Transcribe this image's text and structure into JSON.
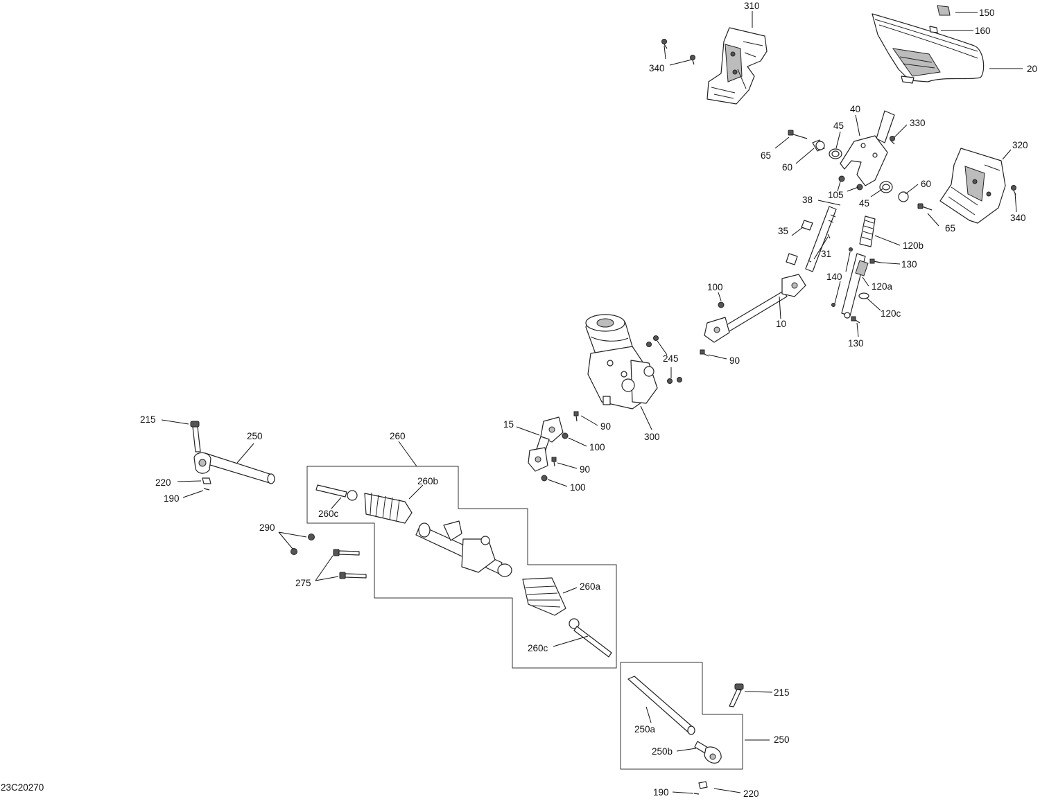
{
  "drawing_code": "23C20270",
  "callouts": {
    "c10": "10",
    "c15": "15",
    "c20": "20",
    "c31": "31",
    "c35": "35",
    "c38": "38",
    "c40": "40",
    "c45a": "45",
    "c45b": "45",
    "c60a": "60",
    "c60b": "60",
    "c65a": "65",
    "c65b": "65",
    "c90a": "90",
    "c90b": "90",
    "c90c": "90",
    "c100a": "100",
    "c100b": "100",
    "c100c": "100",
    "c105": "105",
    "c120a": "120a",
    "c120b": "120b",
    "c120c": "120c",
    "c130a": "130",
    "c130b": "130",
    "c140": "140",
    "c150": "150",
    "c160": "160",
    "c190a": "190",
    "c190b": "190",
    "c215a": "215",
    "c215b": "215",
    "c220a": "220",
    "c220b": "220",
    "c245": "245",
    "c250a": "250",
    "c250b": "250",
    "c250a_sub": "250a",
    "c250b_sub": "250b",
    "c260": "260",
    "c260a": "260a",
    "c260b": "260b",
    "c260c_a": "260c",
    "c260c_b": "260c",
    "c275": "275",
    "c290": "290",
    "c300": "300",
    "c310": "310",
    "c320": "320",
    "c330": "330",
    "c340a": "340",
    "c340b": "340"
  }
}
